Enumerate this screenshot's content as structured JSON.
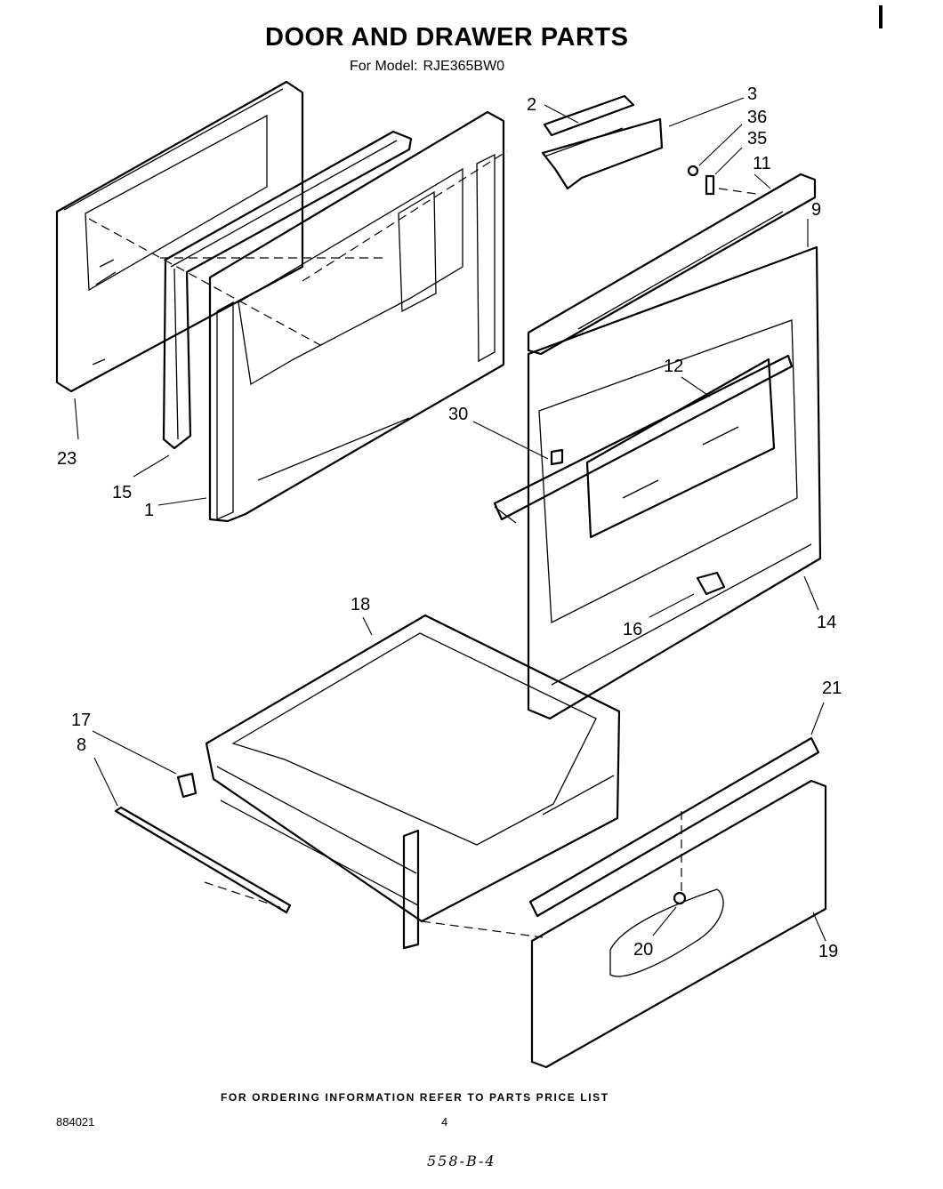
{
  "header": {
    "title": "DOOR AND DRAWER PARTS",
    "model_prefix": "For Model:",
    "model_number": "RJE365BW0"
  },
  "callouts": {
    "c1": "1",
    "c2": "2",
    "c3": "3",
    "c8": "8",
    "c9": "9",
    "c11": "11",
    "c12": "12",
    "c14": "14",
    "c15": "15",
    "c16": "16",
    "c17": "17",
    "c18": "18",
    "c19": "19",
    "c20": "20",
    "c21": "21",
    "c23": "23",
    "c30": "30",
    "c35": "35",
    "c36": "36"
  },
  "footer": {
    "ordering_note": "FOR ORDERING INFORMATION REFER TO PARTS PRICE LIST",
    "doc_number": "884021",
    "page_number": "4",
    "handwritten": "558-B-4"
  }
}
